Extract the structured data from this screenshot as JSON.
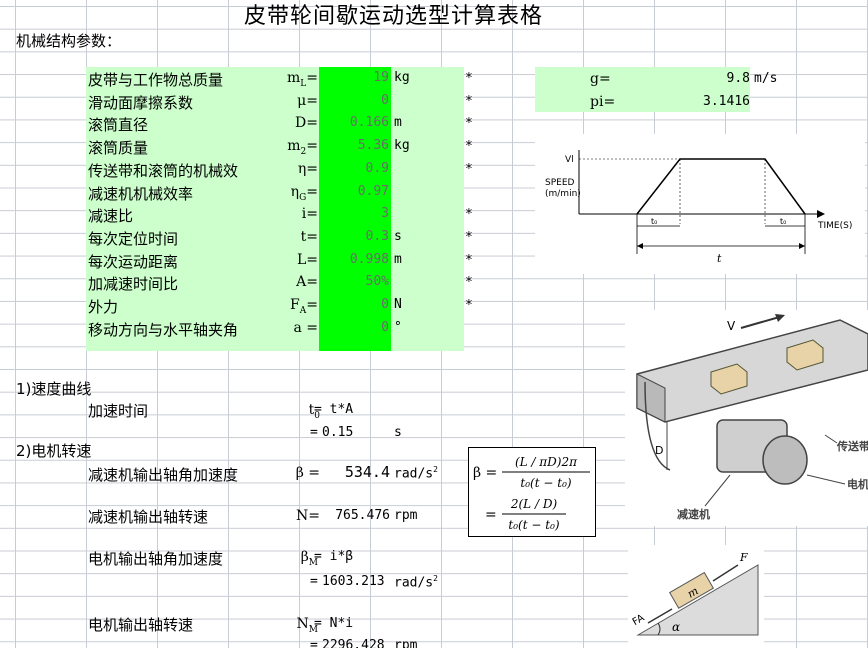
{
  "title": "皮带轮间歇运动选型计算表格",
  "section_header": "机械结构参数：",
  "params": [
    {
      "label": "皮带与工作物总质量",
      "sym": "m",
      "sub": "L",
      "eq": "=",
      "value": "19",
      "unit": "kg",
      "mark": "*"
    },
    {
      "label": "滑动面摩擦系数",
      "sym": "μ",
      "sub": "",
      "eq": "=",
      "value": "0",
      "unit": "",
      "mark": "*"
    },
    {
      "label": "滚筒直径",
      "sym": "D",
      "sub": "",
      "eq": "=",
      "value": "0.166",
      "unit": "m",
      "mark": "*"
    },
    {
      "label": "滚筒质量",
      "sym": "m",
      "sub": "2",
      "eq": "=",
      "value": "5.36",
      "unit": "kg",
      "mark": "*"
    },
    {
      "label": "传送带和滚筒的机械效",
      "sym": "η",
      "sub": "",
      "eq": "=",
      "value": "0.9",
      "unit": "",
      "mark": "*"
    },
    {
      "label": "减速机机械效率",
      "sym": "η",
      "sub": "G",
      "eq": "=",
      "value": "0.97",
      "unit": "",
      "mark": ""
    },
    {
      "label": "减速比",
      "sym": "i",
      "sub": "",
      "eq": "=",
      "value": "3",
      "unit": "",
      "mark": "*"
    },
    {
      "label": "每次定位时间",
      "sym": "t",
      "sub": "",
      "eq": "=",
      "value": "0.3",
      "unit": "s",
      "mark": "*"
    },
    {
      "label": "每次运动距离",
      "sym": "L",
      "sub": "",
      "eq": "=",
      "value": "0.998",
      "unit": "m",
      "mark": "*"
    },
    {
      "label": "加减速时间比",
      "sym": "A",
      "sub": "",
      "eq": "=",
      "value": "50%",
      "unit": "",
      "mark": "*"
    },
    {
      "label": "外力",
      "sym": "F",
      "sub": "A",
      "eq": "=",
      "value": "0",
      "unit": "N",
      "mark": "*"
    },
    {
      "label": "移动方向与水平轴夹角",
      "sym": "a",
      "sub": "",
      "eq": " =",
      "value": "0",
      "unit": "°",
      "mark": ""
    }
  ],
  "constants": [
    {
      "label": "g=",
      "value": "9.8",
      "unit": "m/s"
    },
    {
      "label": "pi=",
      "value": "3.1416",
      "unit": ""
    }
  ],
  "sections": {
    "speed_curve": "1)速度曲线",
    "motor_speed": "2)电机转速"
  },
  "calc": {
    "accel_time_label": "加速时间",
    "accel_time_sym": "t",
    "accel_time_sub": "0",
    "accel_time_formula": "= t*A",
    "accel_time_eq": "=",
    "accel_time_value": "0.15",
    "accel_time_unit": "s",
    "reducer_accel_label": "减速机输出轴角加速度",
    "reducer_accel_sym": "β =",
    "reducer_accel_value": "534.4",
    "reducer_accel_unit": "rad/s",
    "reducer_accel_unit_sup": "2",
    "reducer_speed_label": "减速机输出轴转速",
    "reducer_speed_sym": "N=",
    "reducer_speed_value": "765.476",
    "reducer_speed_unit": "rpm",
    "motor_accel_label": "电机输出轴角加速度",
    "motor_accel_sym": "β",
    "motor_accel_sub": "M",
    "motor_accel_formula": "= i*β",
    "motor_accel_eq": "=",
    "motor_accel_value": "1603.213",
    "motor_accel_unit": "rad/s",
    "motor_accel_unit_sup": "2",
    "motor_speed_label": "电机输出轴转速",
    "motor_speed_sym": "N",
    "motor_speed_sub": "M",
    "motor_speed_formula": "= N*i",
    "motor_speed_eq": "=",
    "motor_speed_value": "2296.428",
    "motor_speed_unit": "rpm"
  },
  "formula": {
    "beta": "β =",
    "num1": "(L / πD)2π",
    "den1": "t₀(t − t₀)",
    "eq2": "=",
    "num2": "2(L / D)",
    "den2": "t₀(t − t₀)"
  },
  "speed_diagram": {
    "vl": "Vl",
    "speed": "SPEED",
    "unit": "(m/min)",
    "time": "TIME(S)",
    "t0": "t₀",
    "t": "t"
  },
  "conveyor_diagram": {
    "v": "V",
    "d": "D",
    "reducer": "减速机",
    "belt": "传送带",
    "motor": "电机"
  },
  "incline_diagram": {
    "m": "m",
    "f": "F",
    "fa": "FA",
    "alpha": "α"
  }
}
